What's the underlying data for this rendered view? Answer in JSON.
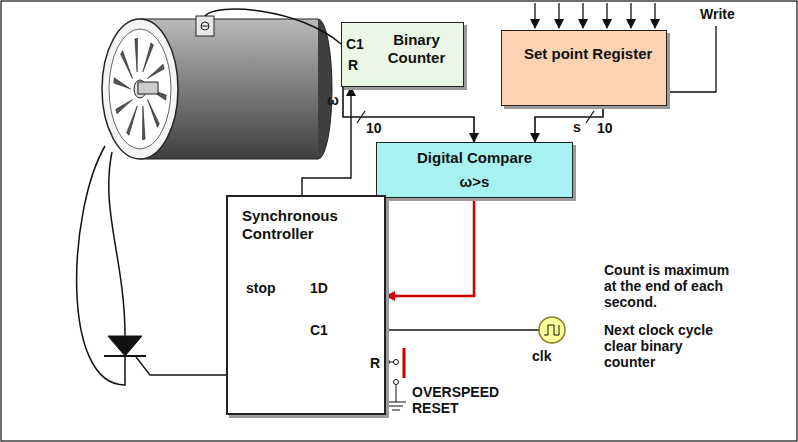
{
  "diagram": {
    "nodes": [
      {
        "text": [
          "Binary Counter"
        ]
      },
      {
        "text": [
          "Set point Register"
        ]
      },
      {
        "text": [
          "Digital Compare",
          "ω>s"
        ]
      },
      {
        "text": [
          "Synchronous Controller"
        ]
      }
    ],
    "edges": [
      {
        "from": 0,
        "to": 2,
        "arrow": "to"
      },
      {
        "from": 1,
        "to": 2,
        "arrow": "to"
      },
      {
        "from": 2,
        "to": 3,
        "arrow": "to"
      },
      {
        "from": 3,
        "to": 0,
        "arrow": "to"
      }
    ],
    "labels": [
      "C1",
      "R",
      "ω",
      "10",
      "s",
      "10",
      "Write",
      "stop",
      "1D",
      "C1",
      "R",
      "OVERSPEED RESET",
      "clk",
      "Count is maximum at the end of each second.",
      "Next clock cycle clear binary counter"
    ]
  }
}
